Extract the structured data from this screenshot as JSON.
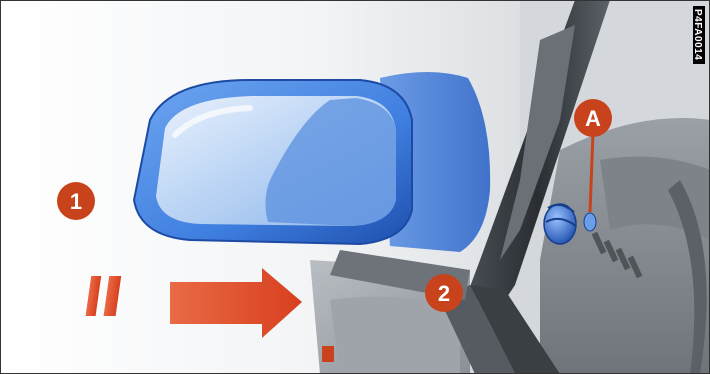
{
  "callouts": {
    "one": "1",
    "two": "2",
    "a": "A"
  },
  "image_code": "P4FA0014",
  "colors": {
    "mirror_blue": "#3f7fe0",
    "mirror_dark_blue": "#1e4fae",
    "callout_orange": "#c8431c",
    "arrow_red": "#e14a2a",
    "interior_grey": "#8c9196",
    "background": "#ffffff"
  },
  "icons": {
    "direction_arrow": "arrow-right-icon",
    "adjuster_knob": "knob-icon"
  }
}
